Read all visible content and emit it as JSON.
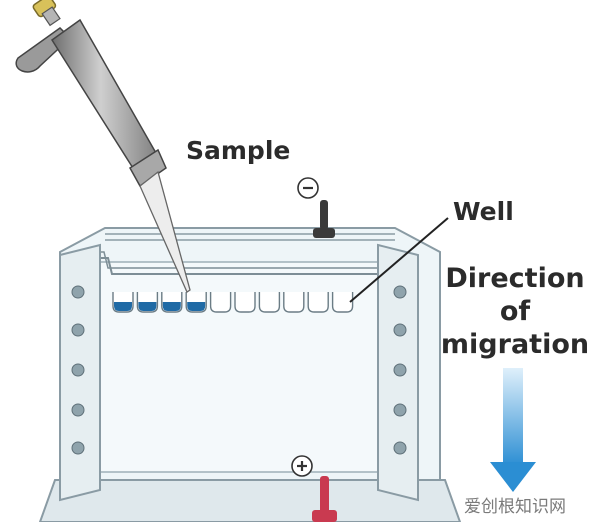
{
  "labels": {
    "sample": "Sample",
    "well": "Well",
    "direction_line1": "Direction",
    "direction_line2": "of",
    "direction_line3": "migration"
  },
  "terminals": {
    "negative_symbol": "⊖",
    "positive_symbol": "⊕"
  },
  "wells": {
    "total": 10,
    "filled": 4,
    "filled_color": "#1f6aa5",
    "empty_color": "#ffffff"
  },
  "colors": {
    "tank_fill": "#eef5f8",
    "tank_stroke": "#8a9ba4",
    "frame_fill": "#e6eef1",
    "screw_fill": "#8fa3ac",
    "pipette_body": "#8d8d8d",
    "arrow_top": "#dff0fb",
    "arrow_bottom": "#2b8ed3",
    "negative_post": "#3a3a3a",
    "positive_post": "#c93a50"
  },
  "watermark": "爱创根知识网"
}
